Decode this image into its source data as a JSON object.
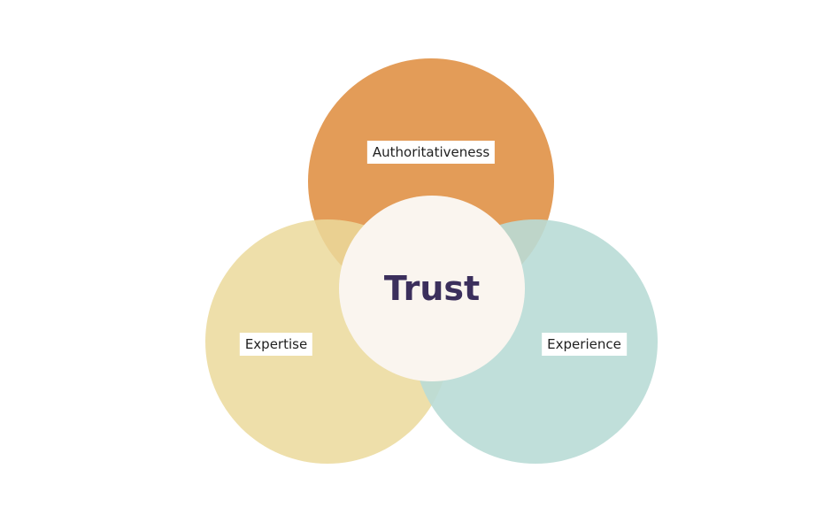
{
  "diagram": {
    "center": {
      "label": "Trust",
      "color": "#faf5ef",
      "text_color": "#3b2f5c"
    },
    "circles": {
      "authoritativeness": {
        "label": "Authoritativeness",
        "color": "#e39c58"
      },
      "expertise": {
        "label": "Expertise",
        "color": "#ebd99b"
      },
      "experience": {
        "label": "Experience",
        "color": "#b9dbd6"
      }
    }
  }
}
